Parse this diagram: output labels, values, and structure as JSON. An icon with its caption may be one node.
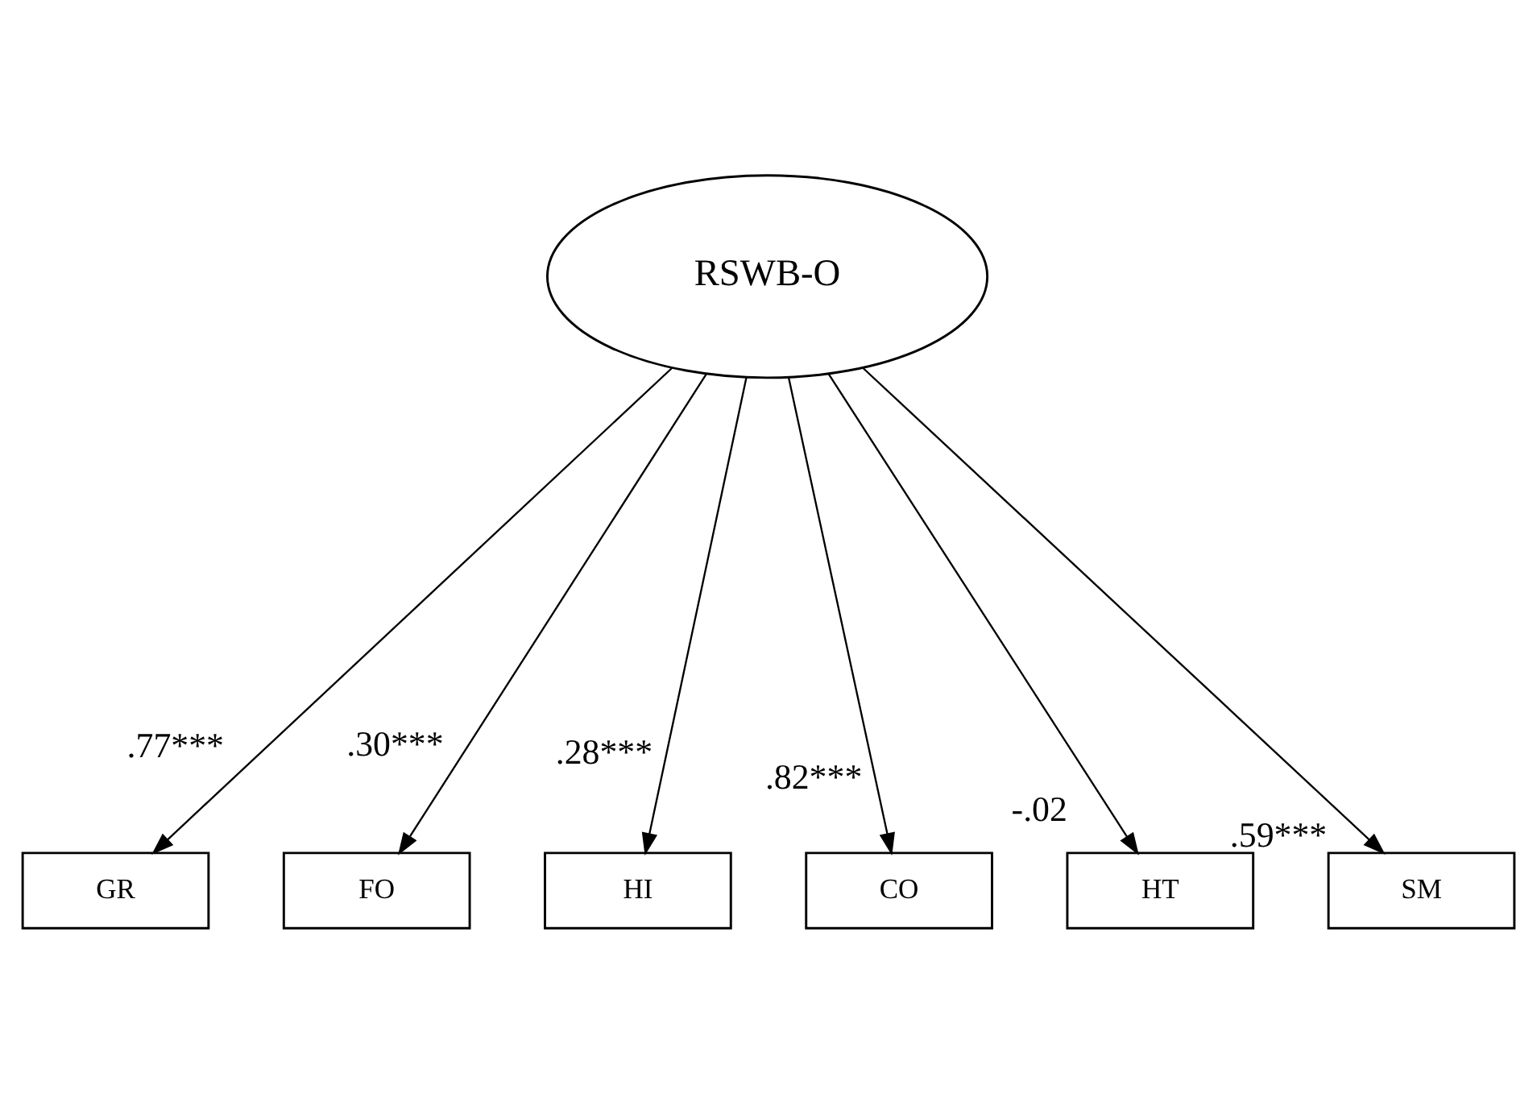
{
  "diagram": {
    "nodes": [
      {
        "text": [
          "RSWB-O"
        ]
      },
      {
        "text": [
          "GR"
        ]
      },
      {
        "text": [
          "FO"
        ]
      },
      {
        "text": [
          "HI"
        ]
      },
      {
        "text": [
          "CO"
        ]
      },
      {
        "text": [
          "HT"
        ]
      },
      {
        "text": [
          "SM"
        ]
      }
    ],
    "edges": [
      {
        "from": 0,
        "to": 1,
        "arrow": "to",
        "label": ".77***"
      },
      {
        "from": 0,
        "to": 2,
        "arrow": "to",
        "label": ".30***"
      },
      {
        "from": 0,
        "to": 3,
        "arrow": "to",
        "label": ".28***"
      },
      {
        "from": 0,
        "to": 4,
        "arrow": "to",
        "label": ".82***"
      },
      {
        "from": 0,
        "to": 5,
        "arrow": "to",
        "label": "-.02"
      },
      {
        "from": 0,
        "to": 6,
        "arrow": "to",
        "label": ".59***"
      }
    ]
  }
}
